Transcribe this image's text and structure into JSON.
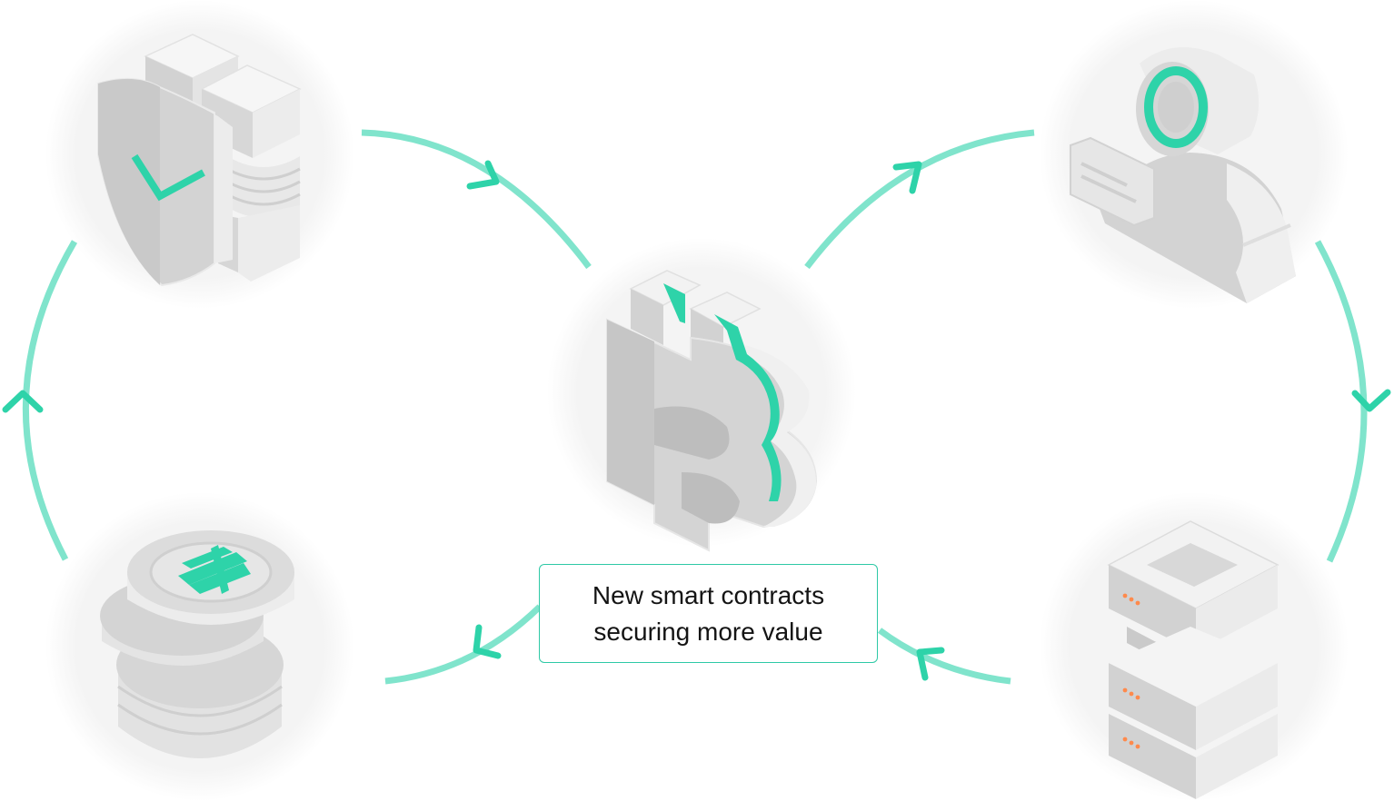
{
  "caption": {
    "line1": "New smart contracts",
    "line2": "securing more value"
  },
  "nodes": [
    {
      "id": "security",
      "icon": "shield-check-blocks-icon"
    },
    {
      "id": "bitcoin",
      "icon": "bitcoin-symbol-icon"
    },
    {
      "id": "user",
      "icon": "user-profile-icon"
    },
    {
      "id": "servers",
      "icon": "server-stack-icon"
    },
    {
      "id": "coins",
      "icon": "coin-stack-icon"
    }
  ],
  "colors": {
    "accent": "#2ed3a9",
    "arrow": "#7fe3cb",
    "circle_bg": "#f3f3f3",
    "icon_light": "#f6f6f6",
    "icon_mid": "#d7d7d7",
    "icon_dark": "#c4c4c4",
    "led": "#ff8a4c",
    "box_border": "#2ec9a6"
  }
}
